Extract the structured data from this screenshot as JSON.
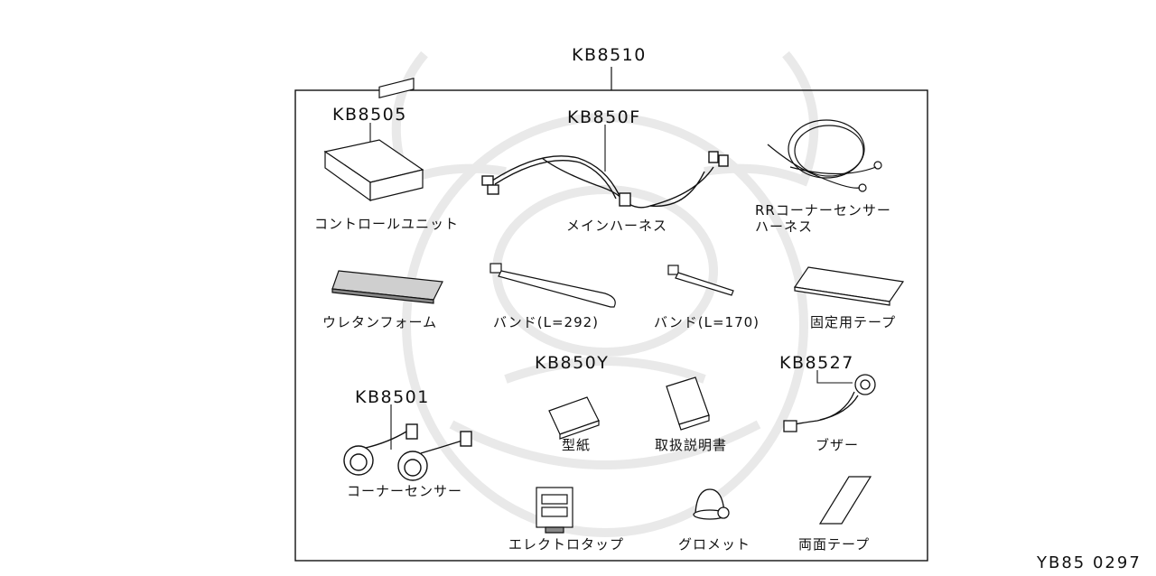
{
  "diagram": {
    "kit_code": "KB8510",
    "reference": "YB85 0297",
    "parts": [
      {
        "code": "KB8505",
        "label": "コントロールユニット"
      },
      {
        "code": "KB850F",
        "label": "メインハーネス"
      },
      {
        "code": "",
        "label": "RRコーナーセンサー",
        "label2": "ハーネス"
      },
      {
        "code": "",
        "label": "ウレタンフォーム"
      },
      {
        "code": "",
        "label": "バンド(L=292)"
      },
      {
        "code": "",
        "label": "バンド(L=170)"
      },
      {
        "code": "",
        "label": "固定用テープ"
      },
      {
        "code": "KB8501",
        "label": "コーナーセンサー"
      },
      {
        "code": "KB850Y",
        "label": "型紙"
      },
      {
        "code": "",
        "label": "取扱説明書"
      },
      {
        "code": "KB8527",
        "label": "ブザー"
      },
      {
        "code": "",
        "label": "エレクトロタップ"
      },
      {
        "code": "",
        "label": "グロメット"
      },
      {
        "code": "",
        "label": "両面テープ"
      }
    ]
  }
}
